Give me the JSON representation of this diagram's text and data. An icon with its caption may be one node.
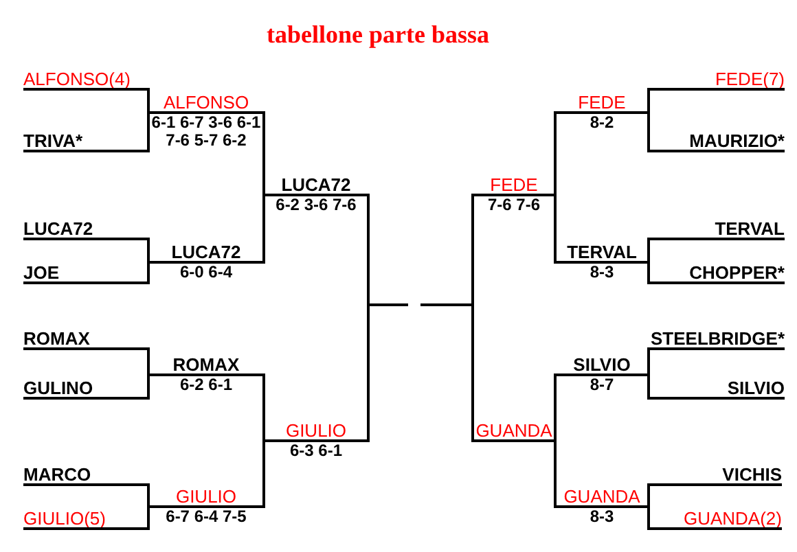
{
  "diagram": {
    "title": "tabellone parte bassa",
    "nodes": [
      {
        "text": [
          "ALFONSO(4)"
        ]
      },
      {
        "text": [
          "TRIVA*"
        ]
      },
      {
        "text": [
          "ALFONSO",
          "6-1 6-7 3-6 6-1 7-6 5-7 6-2"
        ]
      },
      {
        "text": [
          "LUCA72"
        ]
      },
      {
        "text": [
          "JOE"
        ]
      },
      {
        "text": [
          "LUCA72",
          "6-0 6-4"
        ]
      },
      {
        "text": [
          "LUCA72",
          "6-2 3-6 7-6"
        ]
      },
      {
        "text": [
          "ROMAX"
        ]
      },
      {
        "text": [
          "GULINO"
        ]
      },
      {
        "text": [
          "ROMAX",
          "6-2 6-1"
        ]
      },
      {
        "text": [
          "MARCO"
        ]
      },
      {
        "text": [
          "GIULIO(5)"
        ]
      },
      {
        "text": [
          "GIULIO",
          "6-7 6-4 7-5"
        ]
      },
      {
        "text": [
          "GIULIO",
          "6-3 6-1"
        ]
      },
      {
        "text": [
          "FEDE(7)"
        ]
      },
      {
        "text": [
          "MAURIZIO*"
        ]
      },
      {
        "text": [
          "FEDE",
          "8-2"
        ]
      },
      {
        "text": [
          "TERVAL"
        ]
      },
      {
        "text": [
          "CHOPPER*"
        ]
      },
      {
        "text": [
          "TERVAL",
          "8-3"
        ]
      },
      {
        "text": [
          "FEDE",
          "7-6 7-6"
        ]
      },
      {
        "text": [
          "STEELBRIDGE*"
        ]
      },
      {
        "text": [
          "SILVIO"
        ]
      },
      {
        "text": [
          "SILVIO",
          "8-7"
        ]
      },
      {
        "text": [
          "VICHIS"
        ]
      },
      {
        "text": [
          "GUANDA(2)"
        ]
      },
      {
        "text": [
          "GUANDA",
          "8-3"
        ]
      },
      {
        "text": [
          "GUANDA"
        ]
      }
    ],
    "edges": [
      {
        "from": 0,
        "to": 2,
        "arrow": "none"
      },
      {
        "from": 1,
        "to": 2,
        "arrow": "none"
      },
      {
        "from": 3,
        "to": 5,
        "arrow": "none"
      },
      {
        "from": 4,
        "to": 5,
        "arrow": "none"
      },
      {
        "from": 2,
        "to": 6,
        "arrow": "none"
      },
      {
        "from": 5,
        "to": 6,
        "arrow": "none"
      },
      {
        "from": 7,
        "to": 9,
        "arrow": "none"
      },
      {
        "from": 8,
        "to": 9,
        "arrow": "none"
      },
      {
        "from": 10,
        "to": 12,
        "arrow": "none"
      },
      {
        "from": 11,
        "to": 12,
        "arrow": "none"
      },
      {
        "from": 9,
        "to": 13,
        "arrow": "none"
      },
      {
        "from": 12,
        "to": 13,
        "arrow": "none"
      },
      {
        "from": 6,
        "to": null,
        "arrow": "none"
      },
      {
        "from": 13,
        "to": null,
        "arrow": "none"
      },
      {
        "from": 14,
        "to": 16,
        "arrow": "none"
      },
      {
        "from": 15,
        "to": 16,
        "arrow": "none"
      },
      {
        "from": 17,
        "to": 19,
        "arrow": "none"
      },
      {
        "from": 18,
        "to": 19,
        "arrow": "none"
      },
      {
        "from": 16,
        "to": 20,
        "arrow": "none"
      },
      {
        "from": 19,
        "to": 20,
        "arrow": "none"
      },
      {
        "from": 21,
        "to": 23,
        "arrow": "none"
      },
      {
        "from": 22,
        "to": 23,
        "arrow": "none"
      },
      {
        "from": 24,
        "to": 26,
        "arrow": "none"
      },
      {
        "from": 25,
        "to": 26,
        "arrow": "none"
      },
      {
        "from": 23,
        "to": 27,
        "arrow": "none"
      },
      {
        "from": 26,
        "to": 27,
        "arrow": "none"
      },
      {
        "from": 20,
        "to": null,
        "arrow": "none"
      },
      {
        "from": 27,
        "to": null,
        "arrow": "none"
      }
    ]
  }
}
